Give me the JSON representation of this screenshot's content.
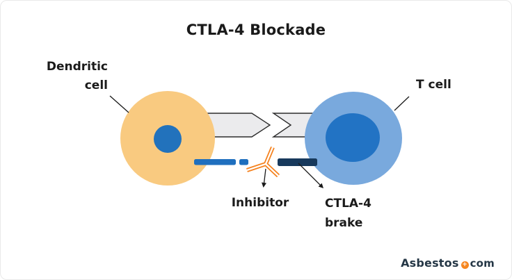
{
  "title": "CTLA-4 Blockade",
  "cells": {
    "dendritic": {
      "label_line1": "Dendritic",
      "label_line2": "cell"
    },
    "t_cell": {
      "label": "T cell"
    }
  },
  "annotations": {
    "inhibitor": {
      "label": "Inhibitor"
    },
    "ctla4_brake": {
      "label_line1": "CTLA-4",
      "label_line2": "brake"
    }
  },
  "branding": {
    "name": "Asbestos",
    "separator_symbol": "+",
    "tld": "com"
  },
  "colors": {
    "dendritic_fill": "#F9CA80",
    "dendritic_nucleus": "#2272BC",
    "tcell_fill": "#79A9DD",
    "tcell_nucleus": "#2273C4",
    "signal_band_fill": "#EBEBED",
    "receptor_bar_blue": "#1F6FBE",
    "ctla4_bar_navy": "#17395C",
    "inhibitor_orange": "#F5821F",
    "ink": "#1A1A1A",
    "logo_text": "#253746"
  }
}
